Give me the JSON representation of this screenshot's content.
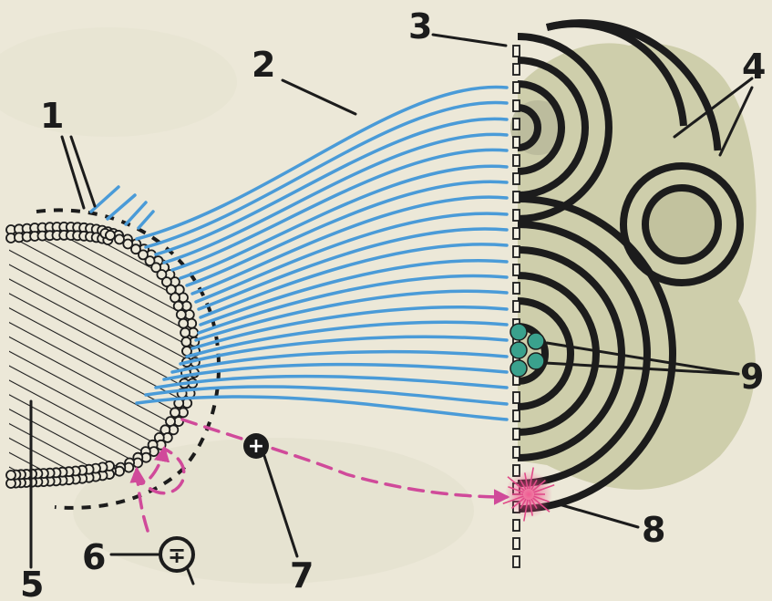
{
  "labels": {
    "l1": "1",
    "l2": "2",
    "l3": "3",
    "l4": "4",
    "l5": "5",
    "l6": "6",
    "l7": "7",
    "l8": "8",
    "l9": "9"
  },
  "particles": {
    "electron_symbol": "∓",
    "positive_ion_symbol": "+"
  },
  "colors": {
    "background": "#ece8d8",
    "field_lines": "#4a9bd8",
    "magenta_paths": "#d04a9a",
    "ink": "#1c1c1c",
    "film_fill": "#c9c9a3",
    "teal_atoms": "#3aa18d"
  }
}
